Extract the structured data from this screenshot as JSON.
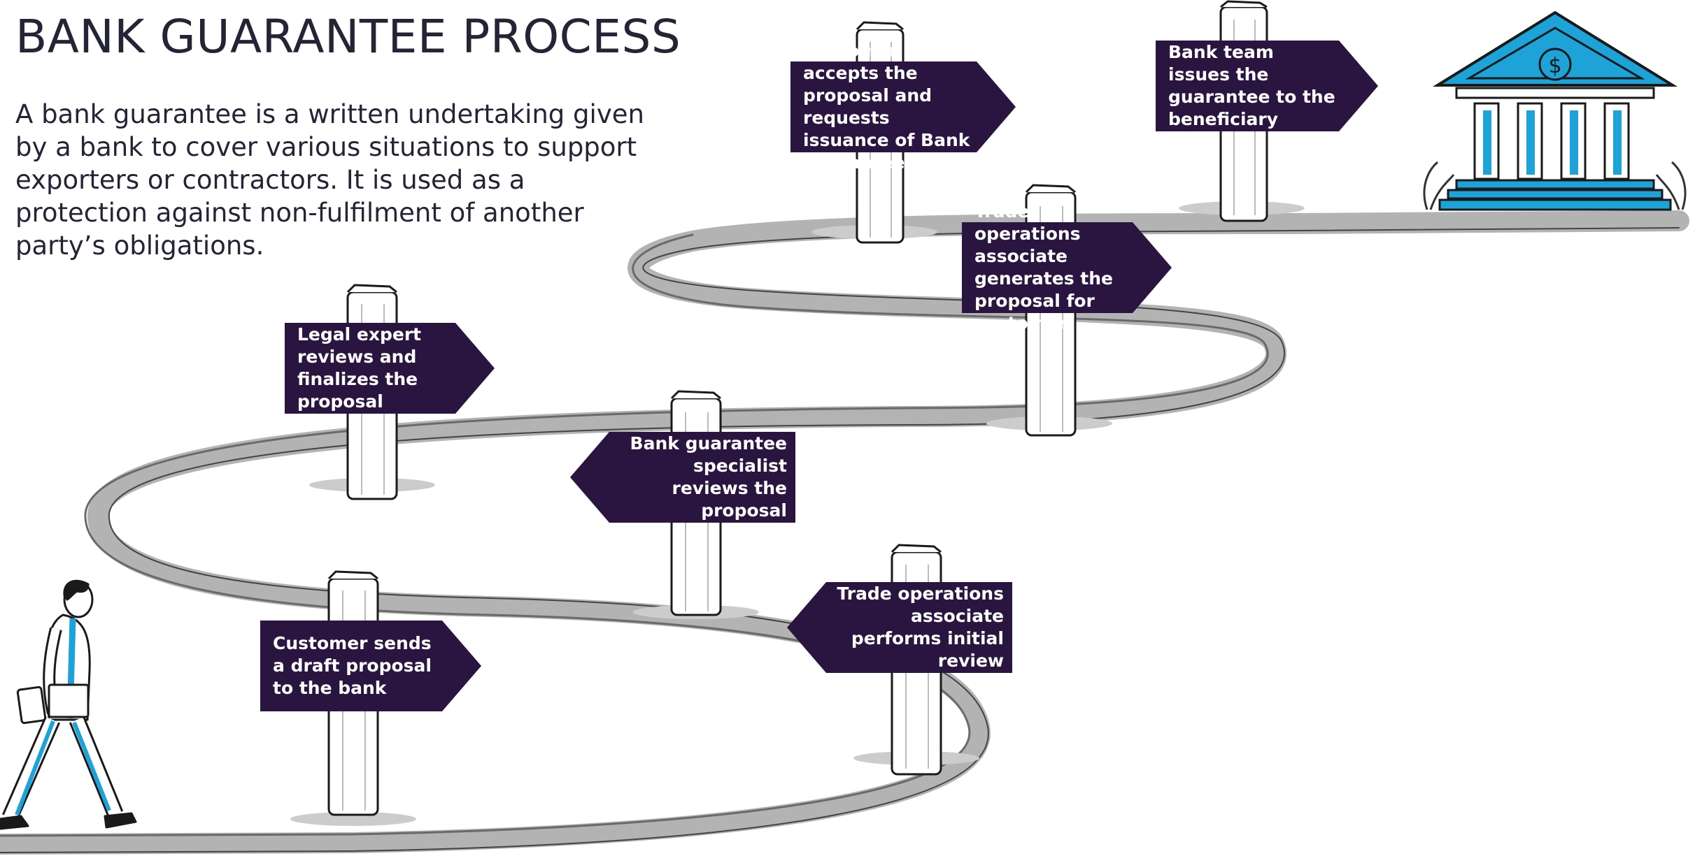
{
  "header": {
    "title": "BANK GUARANTEE PROCESS",
    "description": "A bank guarantee is a written undertaking given by a bank to cover various situations to support exporters or contractors. It is used as a protection against non-fulfilment of another party’s obligations."
  },
  "steps": [
    {
      "label": "Customer sends a draft proposal to the bank"
    },
    {
      "label": "Trade operations associate performs initial review"
    },
    {
      "label": "Bank guarantee specialist reviews the proposal"
    },
    {
      "label": "Legal expert reviews and finalizes the proposal"
    },
    {
      "label": "Trade operations associate generates the proposal for customer"
    },
    {
      "label": "Customer accepts the proposal and requests issuance of Bank guarantee"
    },
    {
      "label": "Bank team issues the guarantee to the beneficiary"
    }
  ],
  "icons": {
    "bank": "bank-building-icon",
    "person": "walking-businessman-icon",
    "currency": "dollar-icon"
  },
  "colors": {
    "sign": "#2a1540",
    "accent": "#1ea3d8",
    "text": "#232536",
    "road": "#b3b3b3"
  }
}
